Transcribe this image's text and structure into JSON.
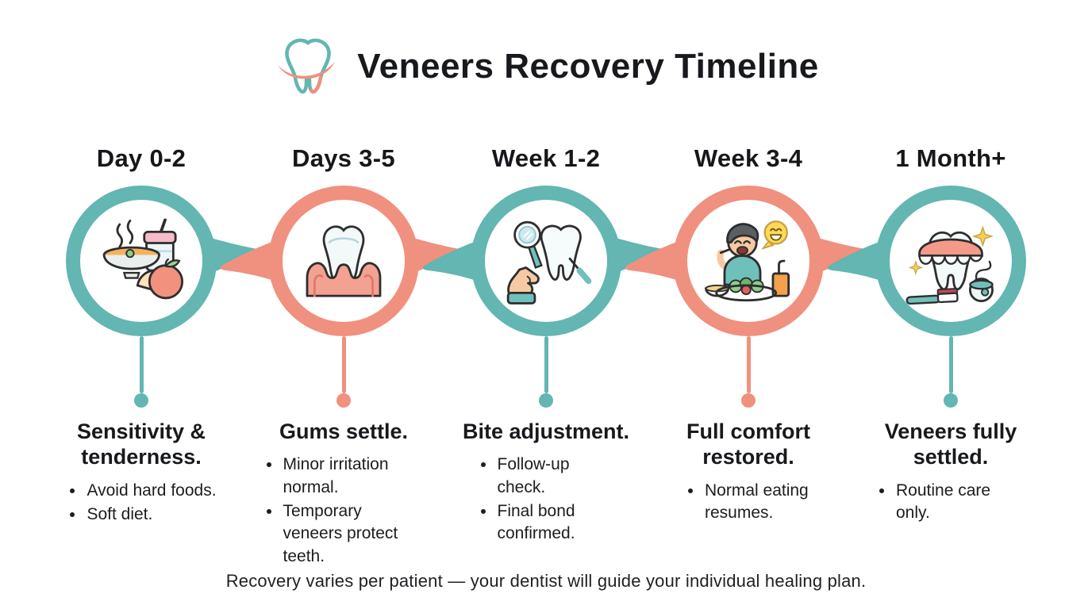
{
  "colors": {
    "teal": "#63b6b1",
    "coral": "#f0907f",
    "text": "#1b1d20",
    "background": "#ffffff",
    "sparkle_yellow": "#f5cf5e"
  },
  "header": {
    "title": "Veneers Recovery Timeline",
    "logo_icon": "tooth-logo-icon"
  },
  "stages": [
    {
      "label": "Day 0-2",
      "color": "teal",
      "icon": "soft-foods-icon",
      "heading": "Sensitivity & tenderness.",
      "bullets": [
        "Avoid hard foods.",
        "Soft diet."
      ]
    },
    {
      "label": "Days 3-5",
      "color": "coral",
      "icon": "tooth-gums-icon",
      "heading": "Gums settle.",
      "bullets": [
        "Minor irritation normal.",
        "Temporary veneers protect teeth."
      ]
    },
    {
      "label": "Week 1-2",
      "color": "teal",
      "icon": "dental-checkup-icon",
      "heading": "Bite adjustment.",
      "bullets": [
        "Follow-up check.",
        "Final bond confirmed."
      ]
    },
    {
      "label": "Week 3-4",
      "color": "coral",
      "icon": "happy-eating-icon",
      "heading": "Full comfort restored.",
      "bullets": [
        "Normal eating resumes."
      ]
    },
    {
      "label": "1 Month+",
      "color": "teal",
      "icon": "veneers-care-icon",
      "heading": "Veneers fully settled.",
      "bullets": [
        "Routine care only."
      ]
    }
  ],
  "footer": {
    "note": "Recovery varies per patient — your dentist will guide your individual healing plan."
  }
}
